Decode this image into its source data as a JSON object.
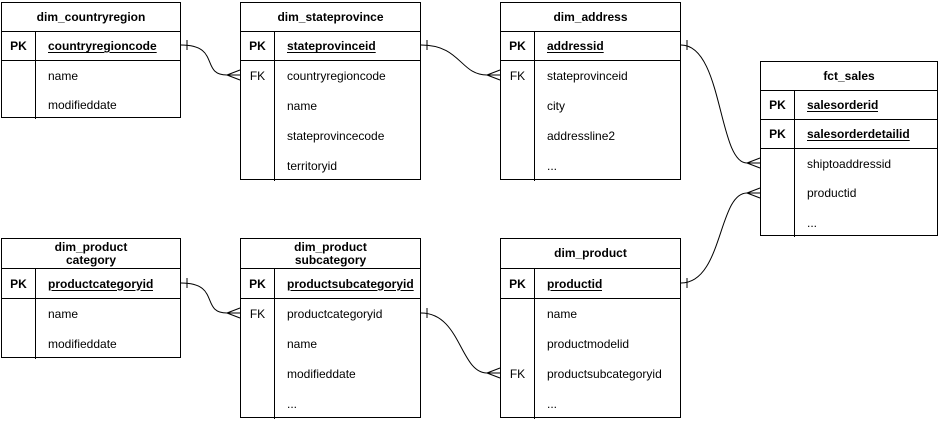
{
  "diagram": {
    "background_color": "#ffffff",
    "stroke_color": "#000000",
    "text_color": "#000000",
    "tables": [
      {
        "title": "dim_countryregion",
        "rows": [
          {
            "key": "PK",
            "field": "countryregioncode"
          },
          {
            "key": "",
            "field": "name"
          },
          {
            "key": "",
            "field": "modifieddate"
          }
        ]
      },
      {
        "title": "dim_stateprovince",
        "rows": [
          {
            "key": "PK",
            "field": "stateprovinceid"
          },
          {
            "key": "FK",
            "field": "countryregioncode"
          },
          {
            "key": "",
            "field": "name"
          },
          {
            "key": "",
            "field": "stateprovincecode"
          },
          {
            "key": "",
            "field": "territoryid"
          }
        ]
      },
      {
        "title": "dim_address",
        "rows": [
          {
            "key": "PK",
            "field": "addressid"
          },
          {
            "key": "FK",
            "field": "stateprovinceid"
          },
          {
            "key": "",
            "field": "city"
          },
          {
            "key": "",
            "field": "addressline2"
          },
          {
            "key": "",
            "field": "..."
          }
        ]
      },
      {
        "title": "fct_sales",
        "rows": [
          {
            "key": "PK",
            "field": "salesorderid"
          },
          {
            "key": "PK",
            "field": "salesorderdetailid"
          },
          {
            "key": "",
            "field": "shiptoaddressid"
          },
          {
            "key": "",
            "field": "productid"
          },
          {
            "key": "",
            "field": "..."
          }
        ]
      },
      {
        "title": "dim_product\ncategory",
        "rows": [
          {
            "key": "PK",
            "field": "productcategoryid"
          },
          {
            "key": "",
            "field": "name"
          },
          {
            "key": "",
            "field": "modifieddate"
          }
        ]
      },
      {
        "title": "dim_product\nsubcategory",
        "rows": [
          {
            "key": "PK",
            "field": "productsubcategoryid"
          },
          {
            "key": "FK",
            "field": "productcategoryid"
          },
          {
            "key": "",
            "field": "name"
          },
          {
            "key": "",
            "field": "modifieddate"
          },
          {
            "key": "",
            "field": "..."
          }
        ]
      },
      {
        "title": "dim_product",
        "rows": [
          {
            "key": "PK",
            "field": "productid"
          },
          {
            "key": "",
            "field": "name"
          },
          {
            "key": "",
            "field": "productmodelid"
          },
          {
            "key": "FK",
            "field": "productsubcategoryid"
          },
          {
            "key": "",
            "field": "..."
          }
        ]
      }
    ],
    "relationships": [
      {
        "from": "dim_countryregion.countryregioncode",
        "to": "dim_stateprovince.countryregioncode",
        "cardinality": "one-to-many"
      },
      {
        "from": "dim_stateprovince.stateprovinceid",
        "to": "dim_address.stateprovinceid",
        "cardinality": "one-to-many"
      },
      {
        "from": "dim_address.addressid",
        "to": "fct_sales.shiptoaddressid",
        "cardinality": "one-to-many"
      },
      {
        "from": "dim_product.productid",
        "to": "fct_sales.productid",
        "cardinality": "one-to-many"
      },
      {
        "from": "dim_productcategory.productcategoryid",
        "to": "dim_productsubcategory.productcategoryid",
        "cardinality": "one-to-many"
      },
      {
        "from": "dim_productsubcategory.productsubcategoryid",
        "to": "dim_product.productsubcategoryid",
        "cardinality": "one-to-many"
      }
    ]
  }
}
